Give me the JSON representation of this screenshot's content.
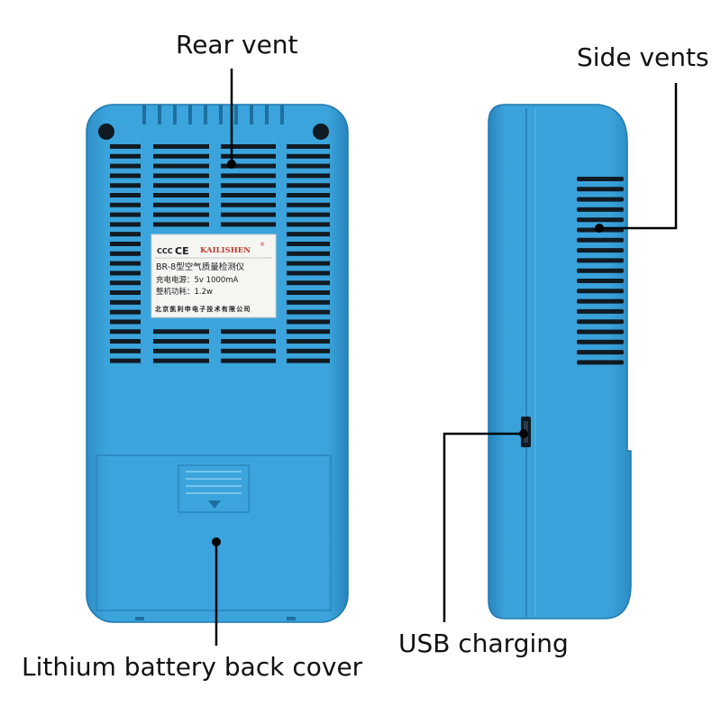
{
  "callouts": {
    "rear_vent": "Rear vent",
    "side_vents": "Side vents",
    "usb_charging": "USB charging",
    "battery_cover": "Lithium battery back cover"
  },
  "device_label": {
    "brand": "KAILISHEN",
    "registered_mark": "®",
    "cert_mark": "CCC",
    "ce_mark": "CE",
    "model_line": "BR-8型空气质量检测仪",
    "charging_line": "充电电源：5v 1000mA",
    "power_line": "整机功耗：1.2w",
    "company_line": "北京凯利申电子技术有限公司"
  },
  "colors": {
    "device_blue": "#3aa0d8",
    "device_blue_dark": "#1d78ad",
    "vent_slot": "#111a22",
    "brand_red": "#c0392b",
    "callout_line": "#000000"
  }
}
